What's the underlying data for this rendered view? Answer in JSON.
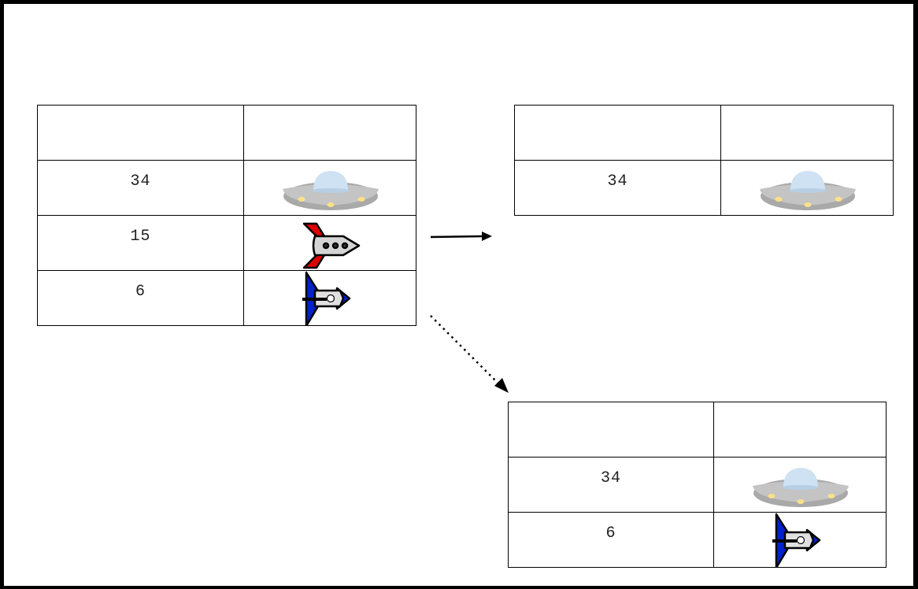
{
  "tables": [
    {
      "header": [
        "",
        ""
      ],
      "rows": [
        {
          "value": "34",
          "icon": "ufo-icon"
        },
        {
          "value": "15",
          "icon": "red-rocket-icon"
        },
        {
          "value": "6",
          "icon": "blue-shuttle-icon"
        }
      ]
    },
    {
      "header": [
        "",
        ""
      ],
      "rows": [
        {
          "value": "34",
          "icon": "ufo-icon"
        }
      ]
    },
    {
      "header": [
        "",
        ""
      ],
      "rows": [
        {
          "value": "34",
          "icon": "ufo-icon"
        },
        {
          "value": "6",
          "icon": "blue-shuttle-icon"
        }
      ]
    }
  ],
  "arrows": [
    {
      "from": "table-1",
      "to": "table-2",
      "style": "solid"
    },
    {
      "from": "table-1",
      "to": "table-3",
      "style": "dotted"
    }
  ],
  "colors": {
    "line": "#000000",
    "ufo_body": "#bdbdbd",
    "ufo_dome": "#cfe2f3",
    "ufo_lights": "#ffe08a",
    "rocket_fins": "#dd0000",
    "shuttle_wings": "#0022cc"
  }
}
